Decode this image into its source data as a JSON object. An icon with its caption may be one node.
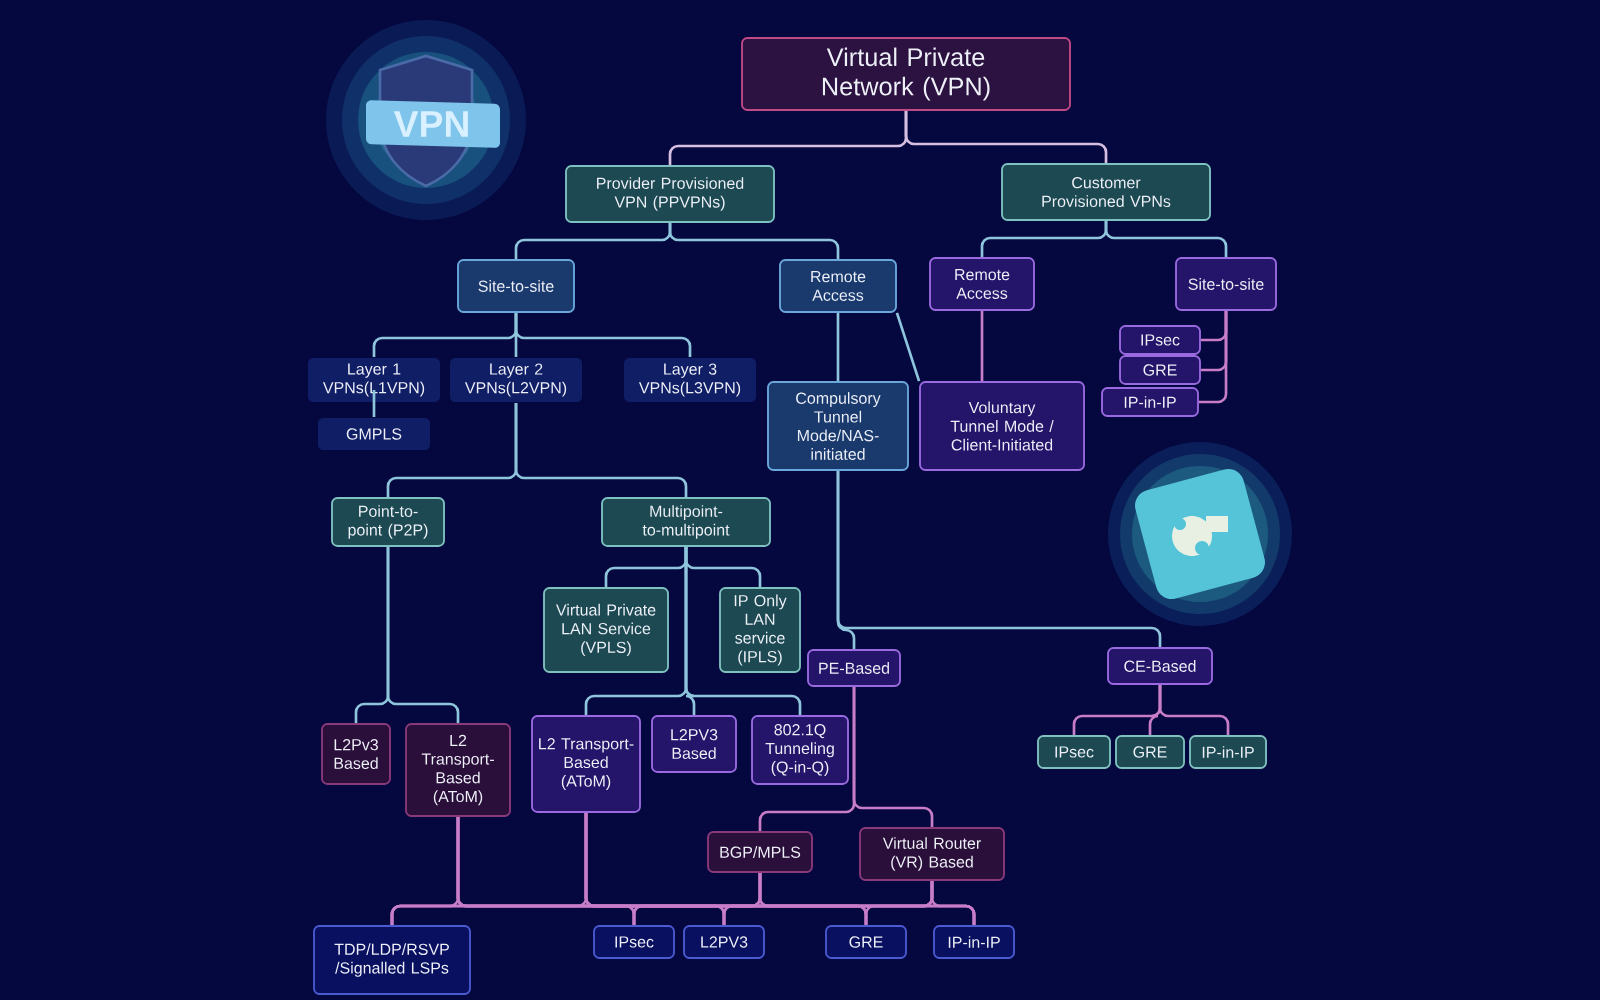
{
  "diagram": {
    "nodes": [
      {
        "text": [
          "Virtual Private Network (VPN)"
        ]
      },
      {
        "text": [
          "Provider Provisioned VPN (PPVPNs)"
        ]
      },
      {
        "text": [
          "Customer Provisioned VPNs"
        ]
      },
      {
        "text": [
          "Site-to-site"
        ]
      },
      {
        "text": [
          "Remote Access"
        ]
      },
      {
        "text": [
          "Remote Access"
        ]
      },
      {
        "text": [
          "Site-to-site"
        ]
      },
      {
        "text": [
          "Layer 1 VPNs(L1VPN)"
        ]
      },
      {
        "text": [
          "GMPLS"
        ]
      },
      {
        "text": [
          "Layer 2 VPNs(L2VPN)"
        ]
      },
      {
        "text": [
          "Layer 3 VPNs(L3VPN)"
        ]
      },
      {
        "text": [
          "Compulsory Tunnel Mode/NAS-initiated"
        ]
      },
      {
        "text": [
          "Voluntary Tunnel Mode / Client-Initiated"
        ]
      },
      {
        "text": [
          "IPsec"
        ]
      },
      {
        "text": [
          "GRE"
        ]
      },
      {
        "text": [
          "IP-in-IP"
        ]
      },
      {
        "text": [
          "Point-to-point (P2P)"
        ]
      },
      {
        "text": [
          "Multipoint-to-multipoint"
        ]
      },
      {
        "text": [
          "Virtual Private LAN Service (VPLS)"
        ]
      },
      {
        "text": [
          "IP Only LAN service (IPLS)"
        ]
      },
      {
        "text": [
          "PE-Based"
        ]
      },
      {
        "text": [
          "CE-Based"
        ]
      },
      {
        "text": [
          "IPsec"
        ]
      },
      {
        "text": [
          "GRE"
        ]
      },
      {
        "text": [
          "IP-in-IP"
        ]
      },
      {
        "text": [
          "L2Pv3 Based"
        ]
      },
      {
        "text": [
          "L2 Transport-Based (AToM)"
        ]
      },
      {
        "text": [
          "L2 Transport-Based (AToM)"
        ]
      },
      {
        "text": [
          "L2PV3 Based"
        ]
      },
      {
        "text": [
          "802.1Q Tunneling (Q-in-Q)"
        ]
      },
      {
        "text": [
          "BGP/MPLS"
        ]
      },
      {
        "text": [
          "Virtual Router (VR) Based"
        ]
      },
      {
        "text": [
          "TDP/LDP/RSVP /Signalled LSPs"
        ]
      },
      {
        "text": [
          "IPsec"
        ]
      },
      {
        "text": [
          "L2PV3"
        ]
      },
      {
        "text": [
          "GRE"
        ]
      },
      {
        "text": [
          "IP-in-IP"
        ]
      }
    ],
    "edges": [
      {
        "from": 0,
        "to": 1,
        "arrow": "none",
        "color": "#d6bfe0"
      },
      {
        "from": 0,
        "to": 2,
        "arrow": "none",
        "color": "#d6bfe0"
      },
      {
        "from": 1,
        "to": 3,
        "arrow": "none",
        "color": "#8ec5dc"
      },
      {
        "from": 1,
        "to": 4,
        "arrow": "none",
        "color": "#8ec5dc"
      },
      {
        "from": 2,
        "to": 5,
        "arrow": "none",
        "color": "#8ec5dc"
      },
      {
        "from": 2,
        "to": 6,
        "arrow": "none",
        "color": "#8ec5dc"
      },
      {
        "from": 3,
        "to": 7,
        "arrow": "none",
        "color": "#8ec5dc"
      },
      {
        "from": 3,
        "to": 9,
        "arrow": "none",
        "color": "#8ec5dc"
      },
      {
        "from": 3,
        "to": 10,
        "arrow": "none",
        "color": "#8ec5dc"
      },
      {
        "from": 7,
        "to": 8,
        "arrow": "none",
        "color": "#8ec5dc"
      },
      {
        "from": 4,
        "to": 11,
        "arrow": "none",
        "color": "#8ec5dc"
      },
      {
        "from": 4,
        "to": 12,
        "arrow": "none",
        "color": "#8ec5dc"
      },
      {
        "from": 5,
        "to": 12,
        "arrow": "none"
      },
      {
        "from": 6,
        "to": 13,
        "arrow": "none"
      },
      {
        "from": 6,
        "to": 14,
        "arrow": "none"
      },
      {
        "from": 6,
        "to": 15,
        "arrow": "none"
      },
      {
        "from": 9,
        "to": 16,
        "arrow": "none",
        "color": "#8ec5dc"
      },
      {
        "from": 9,
        "to": 17,
        "arrow": "none",
        "color": "#8ec5dc"
      },
      {
        "from": 17,
        "to": 18,
        "arrow": "none",
        "color": "#8ec5dc"
      },
      {
        "from": 17,
        "to": 19,
        "arrow": "none",
        "color": "#8ec5dc"
      },
      {
        "from": 11,
        "to": 20,
        "arrow": "none",
        "color": "#8ec5dc"
      },
      {
        "from": 11,
        "to": 21,
        "arrow": "none",
        "color": "#8ec5dc"
      },
      {
        "from": 21,
        "to": 22,
        "arrow": "none"
      },
      {
        "from": 21,
        "to": 23,
        "arrow": "none"
      },
      {
        "from": 21,
        "to": 24,
        "arrow": "none"
      },
      {
        "from": 16,
        "to": 25,
        "arrow": "none",
        "color": "#8ec5dc"
      },
      {
        "from": 16,
        "to": 26,
        "arrow": "none",
        "color": "#8ec5dc"
      },
      {
        "from": 17,
        "to": 27,
        "arrow": "none",
        "color": "#8ec5dc"
      },
      {
        "from": 17,
        "to": 28,
        "arrow": "none",
        "color": "#8ec5dc"
      },
      {
        "from": 17,
        "to": 29,
        "arrow": "none",
        "color": "#8ec5dc"
      },
      {
        "from": 20,
        "to": 30,
        "arrow": "none"
      },
      {
        "from": 20,
        "to": 31,
        "arrow": "none"
      },
      {
        "from": 26,
        "to": 32,
        "arrow": "none"
      },
      {
        "from": 26,
        "to": 33,
        "arrow": "none"
      },
      {
        "from": 26,
        "to": 34,
        "arrow": "none"
      },
      {
        "from": 26,
        "to": 35,
        "arrow": "none"
      },
      {
        "from": 26,
        "to": 36,
        "arrow": "none"
      },
      {
        "from": 27,
        "to": 32,
        "arrow": "none"
      },
      {
        "from": 27,
        "to": 33,
        "arrow": "none"
      },
      {
        "from": 27,
        "to": 34,
        "arrow": "none"
      },
      {
        "from": 27,
        "to": 35,
        "arrow": "none"
      },
      {
        "from": 27,
        "to": 36,
        "arrow": "none"
      },
      {
        "from": 30,
        "to": 32,
        "arrow": "none"
      },
      {
        "from": 30,
        "to": 33,
        "arrow": "none"
      },
      {
        "from": 30,
        "to": 34,
        "arrow": "none"
      },
      {
        "from": 30,
        "to": 35,
        "arrow": "none"
      },
      {
        "from": 30,
        "to": 36,
        "arrow": "none"
      },
      {
        "from": 31,
        "to": 32,
        "arrow": "none"
      },
      {
        "from": 31,
        "to": 33,
        "arrow": "none"
      },
      {
        "from": 31,
        "to": 34,
        "arrow": "none"
      },
      {
        "from": 31,
        "to": 35,
        "arrow": "none"
      },
      {
        "from": 31,
        "to": 36,
        "arrow": "none"
      }
    ],
    "labels": [
      "VPN"
    ]
  }
}
